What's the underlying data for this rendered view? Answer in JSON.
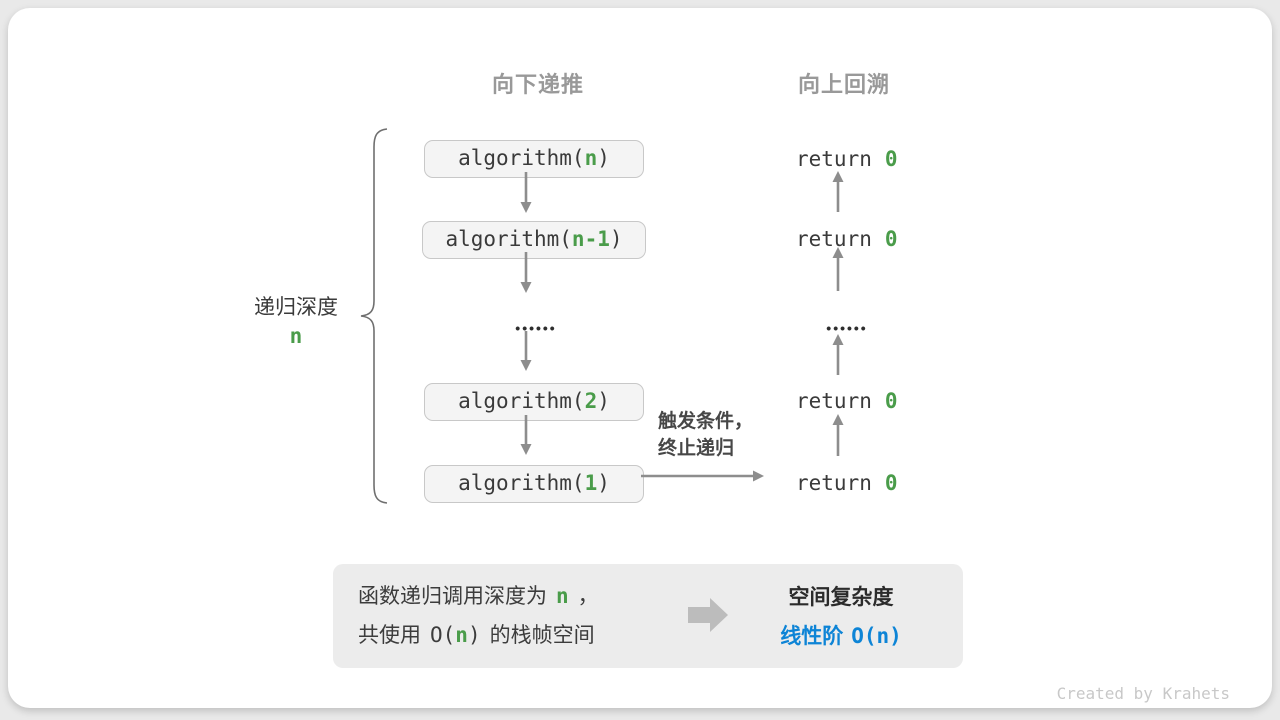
{
  "headers": {
    "down": "向下递推",
    "up": "向上回溯"
  },
  "depth_brace": {
    "label": "递归深度",
    "value": "n"
  },
  "frames": [
    {
      "prefix": "algorithm(",
      "arg": "n",
      "suffix": ")"
    },
    {
      "prefix": "algorithm(",
      "arg": "n-1",
      "suffix": ")"
    },
    {
      "prefix": "algorithm(",
      "arg": "2",
      "suffix": ")"
    },
    {
      "prefix": "algorithm(",
      "arg": "1",
      "suffix": ")"
    }
  ],
  "returns": [
    {
      "keyword": "return",
      "value": "0"
    },
    {
      "keyword": "return",
      "value": "0"
    },
    {
      "keyword": "return",
      "value": "0"
    },
    {
      "keyword": "return",
      "value": "0"
    }
  ],
  "ellipsis": "••••••",
  "base_case_note": {
    "line1": "触发条件，",
    "line2": "终止递归"
  },
  "summary": {
    "line1": {
      "pre": "函数递归调用深度为",
      "var": "n",
      "post": "，"
    },
    "line2": {
      "pre": "共使用",
      "o_open": "O(",
      "var": "n",
      "o_close": ")",
      "post": "的栈帧空间"
    },
    "title": "空间复杂度",
    "result_label": "线性阶",
    "result_value": "O(n)"
  },
  "watermark": "Created by Krahets",
  "colors": {
    "green": "#4a9c4a",
    "blue": "#0d84d6",
    "header_gray": "#999999",
    "arrow_gray": "#8d8d8d",
    "text_dark": "#3a3a3a",
    "frame_bg": "#f4f4f4",
    "frame_border": "#c8c8c8",
    "summary_bg": "#ececec",
    "watermark_gray": "#c8c8c8"
  },
  "icons": {
    "down_arrow": "arrow-down-icon",
    "up_arrow": "arrow-up-icon",
    "right_arrow": "arrow-right-icon",
    "block_arrow": "block-arrow-right-icon",
    "brace": "curly-brace-icon"
  }
}
